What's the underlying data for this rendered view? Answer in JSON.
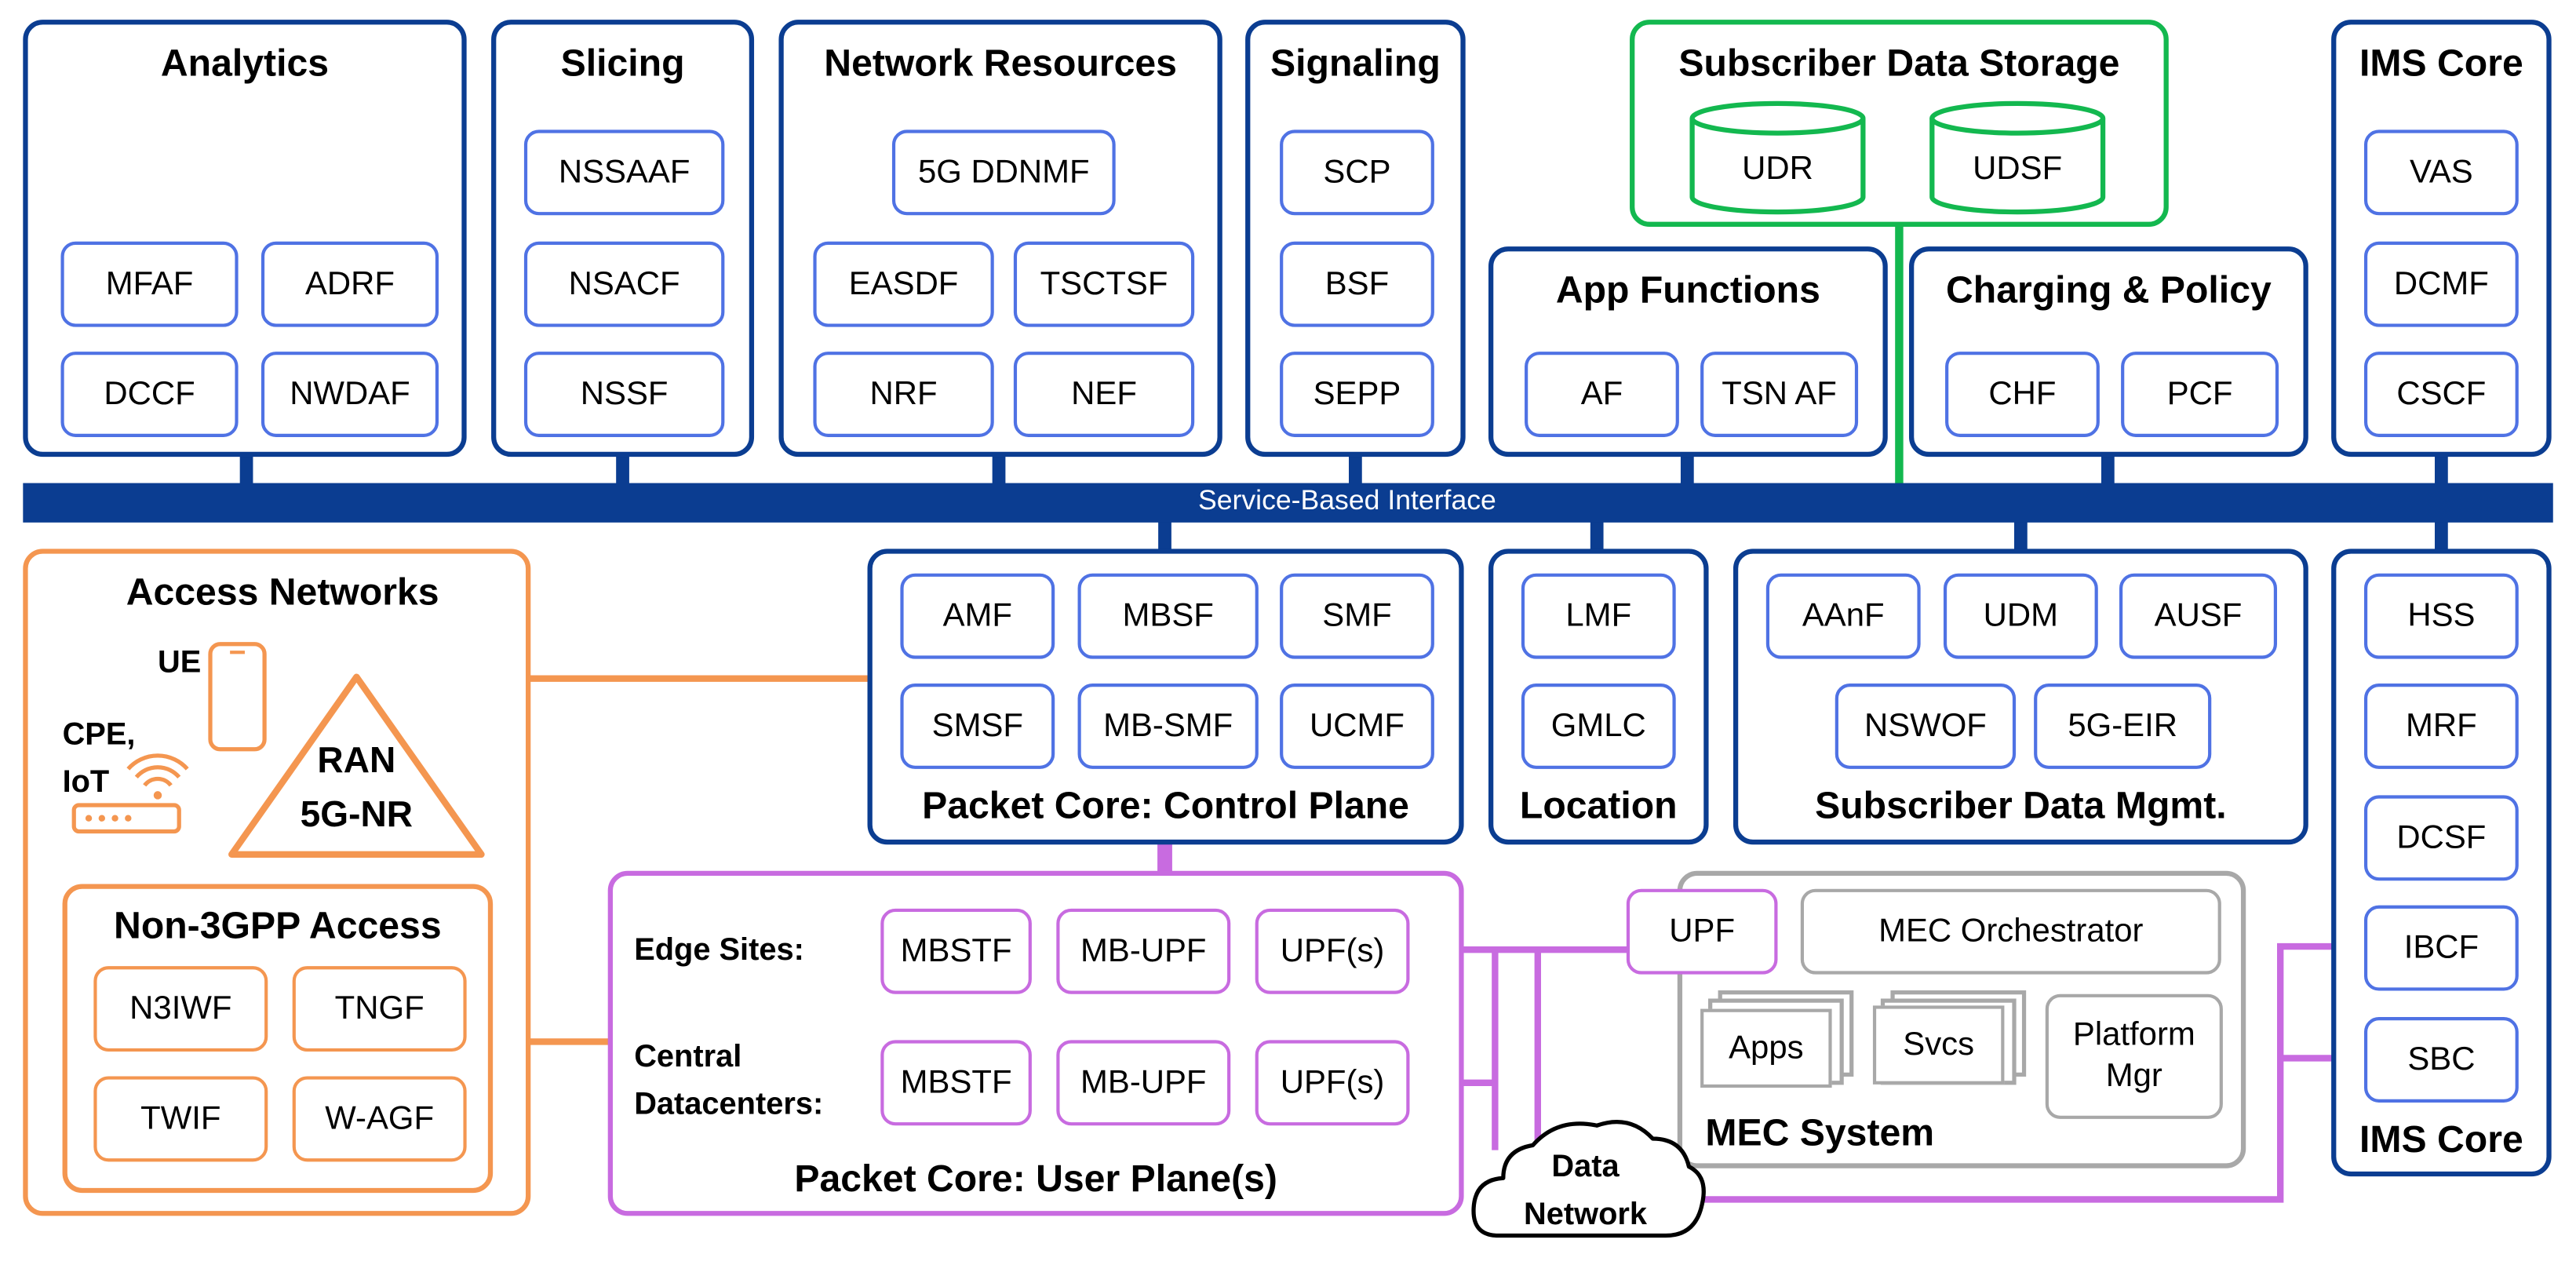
{
  "colors": {
    "navy": "#0b3d91",
    "blue_nf": "#4f72e4",
    "green": "#13b84f",
    "orange": "#f49650",
    "purple": "#c86be0",
    "gray": "#a8a8a8"
  },
  "bus": {
    "label": "Service-Based Interface"
  },
  "groups": {
    "analytics": {
      "title": "Analytics",
      "items": [
        "MFAF",
        "ADRF",
        "DCCF",
        "NWDAF"
      ]
    },
    "slicing": {
      "title": "Slicing",
      "items": [
        "NSSAAF",
        "NSACF",
        "NSSF"
      ]
    },
    "network_resources": {
      "title": "Network Resources",
      "items": [
        "5G DDNMF",
        "EASDF",
        "TSCTSF",
        "NRF",
        "NEF"
      ]
    },
    "signaling": {
      "title": "Signaling",
      "items": [
        "SCP",
        "BSF",
        "SEPP"
      ]
    },
    "subscriber_storage": {
      "title": "Subscriber Data Storage",
      "items": [
        "UDR",
        "UDSF"
      ]
    },
    "app_functions": {
      "title": "App Functions",
      "items": [
        "AF",
        "TSN AF"
      ]
    },
    "charging_policy": {
      "title": "Charging & Policy",
      "items": [
        "CHF",
        "PCF"
      ]
    },
    "ims_top": {
      "title": "IMS Core",
      "items": [
        "VAS",
        "DCMF",
        "CSCF"
      ]
    },
    "control_plane": {
      "title": "Packet Core: Control Plane",
      "items": [
        "AMF",
        "MBSF",
        "SMF",
        "SMSF",
        "MB-SMF",
        "UCMF"
      ]
    },
    "location": {
      "title": "Location",
      "items": [
        "LMF",
        "GMLC"
      ]
    },
    "subscriber_mgmt": {
      "title": "Subscriber Data Mgmt.",
      "items": [
        "AAnF",
        "UDM",
        "AUSF",
        "NSWOF",
        "5G-EIR"
      ]
    },
    "ims_bottom": {
      "title": "IMS Core",
      "items": [
        "HSS",
        "MRF",
        "DCSF",
        "IBCF",
        "SBC"
      ]
    },
    "access": {
      "title": "Access Networks",
      "ue": "UE",
      "cpe": "CPE,",
      "iot": "IoT",
      "ran_line1": "RAN",
      "ran_line2": "5G-NR"
    },
    "non3gpp": {
      "title": "Non-3GPP Access",
      "items": [
        "N3IWF",
        "TNGF",
        "TWIF",
        "W-AGF"
      ]
    },
    "user_plane": {
      "title": "Packet Core: User Plane(s)",
      "edge_label": "Edge Sites:",
      "central_label_1": "Central",
      "central_label_2": "Datacenters:",
      "edge_items": [
        "MBSTF",
        "MB-UPF",
        "UPF(s)"
      ],
      "central_items": [
        "MBSTF",
        "MB-UPF",
        "UPF(s)"
      ]
    },
    "mec": {
      "title": "MEC System",
      "upf": "UPF",
      "orchestrator": "MEC Orchestrator",
      "apps": "Apps",
      "svcs": "Svcs",
      "platform_1": "Platform",
      "platform_2": "Mgr"
    },
    "data_network": {
      "line1": "Data",
      "line2": "Network"
    }
  }
}
